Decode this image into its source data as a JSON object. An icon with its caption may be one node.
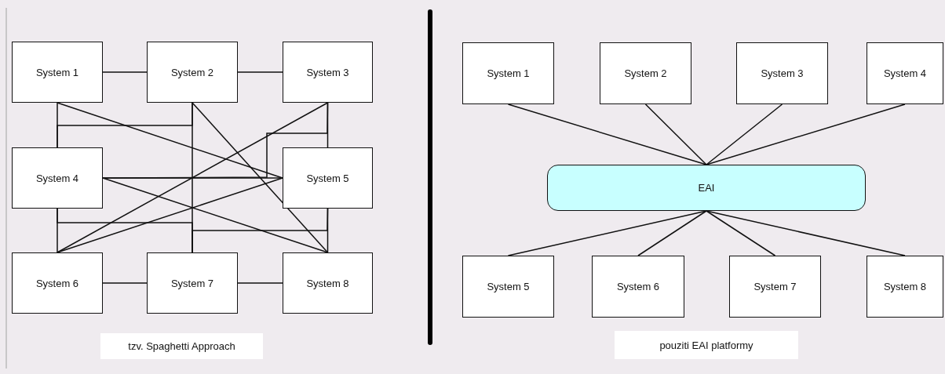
{
  "diagram": {
    "nodes": [
      {
        "text": [
          "System 1"
        ]
      },
      {
        "text": [
          "System 2"
        ]
      },
      {
        "text": [
          "System 3"
        ]
      },
      {
        "text": [
          "System 4"
        ]
      },
      {
        "text": [
          "System 5"
        ]
      },
      {
        "text": [
          "System 6"
        ]
      },
      {
        "text": [
          "System 7"
        ]
      },
      {
        "text": [
          "System 8"
        ]
      },
      {
        "text": [
          "System 1"
        ]
      },
      {
        "text": [
          "System 2"
        ]
      },
      {
        "text": [
          "System 3"
        ]
      },
      {
        "text": [
          "System 4"
        ]
      },
      {
        "text": [
          "EAI"
        ]
      },
      {
        "text": [
          "System 5"
        ]
      },
      {
        "text": [
          "System 6"
        ]
      },
      {
        "text": [
          "System 7"
        ]
      },
      {
        "text": [
          "System 8"
        ]
      }
    ],
    "edges": [
      {
        "from": 0,
        "to": 1,
        "arrow": "none"
      },
      {
        "from": 1,
        "to": 2,
        "arrow": "none"
      },
      {
        "from": 5,
        "to": 6,
        "arrow": "none"
      },
      {
        "from": 6,
        "to": 7,
        "arrow": "none"
      },
      {
        "from": 0,
        "to": 3,
        "arrow": "none"
      },
      {
        "from": 0,
        "to": 4,
        "arrow": "none"
      },
      {
        "from": 3,
        "to": 1,
        "arrow": "none"
      },
      {
        "from": 1,
        "to": 6,
        "arrow": "none"
      },
      {
        "from": 1,
        "to": 7,
        "arrow": "none"
      },
      {
        "from": 2,
        "to": 4,
        "arrow": "none"
      },
      {
        "from": 2,
        "to": 5,
        "arrow": "none"
      },
      {
        "from": 3,
        "to": 4,
        "arrow": "none"
      },
      {
        "from": 3,
        "to": 2,
        "arrow": "none"
      },
      {
        "from": 3,
        "to": 7,
        "arrow": "none"
      },
      {
        "from": 4,
        "to": 5,
        "arrow": "none"
      },
      {
        "from": 3,
        "to": 5,
        "arrow": "none"
      },
      {
        "from": 3,
        "to": 6,
        "arrow": "none"
      },
      {
        "from": 4,
        "to": 7,
        "arrow": "none"
      },
      {
        "from": 6,
        "to": 4,
        "arrow": "none"
      },
      {
        "from": 8,
        "to": 12,
        "arrow": "none"
      },
      {
        "from": 9,
        "to": 12,
        "arrow": "none"
      },
      {
        "from": 10,
        "to": 12,
        "arrow": "none"
      },
      {
        "from": 11,
        "to": 12,
        "arrow": "none"
      },
      {
        "from": 12,
        "to": 13,
        "arrow": "none"
      },
      {
        "from": 12,
        "to": 14,
        "arrow": "none"
      },
      {
        "from": 12,
        "to": 15,
        "arrow": "none"
      },
      {
        "from": 12,
        "to": 16,
        "arrow": "none"
      }
    ],
    "labels": [
      "tzv. Spaghetti Approach",
      "pouziti EAI platformy"
    ]
  }
}
